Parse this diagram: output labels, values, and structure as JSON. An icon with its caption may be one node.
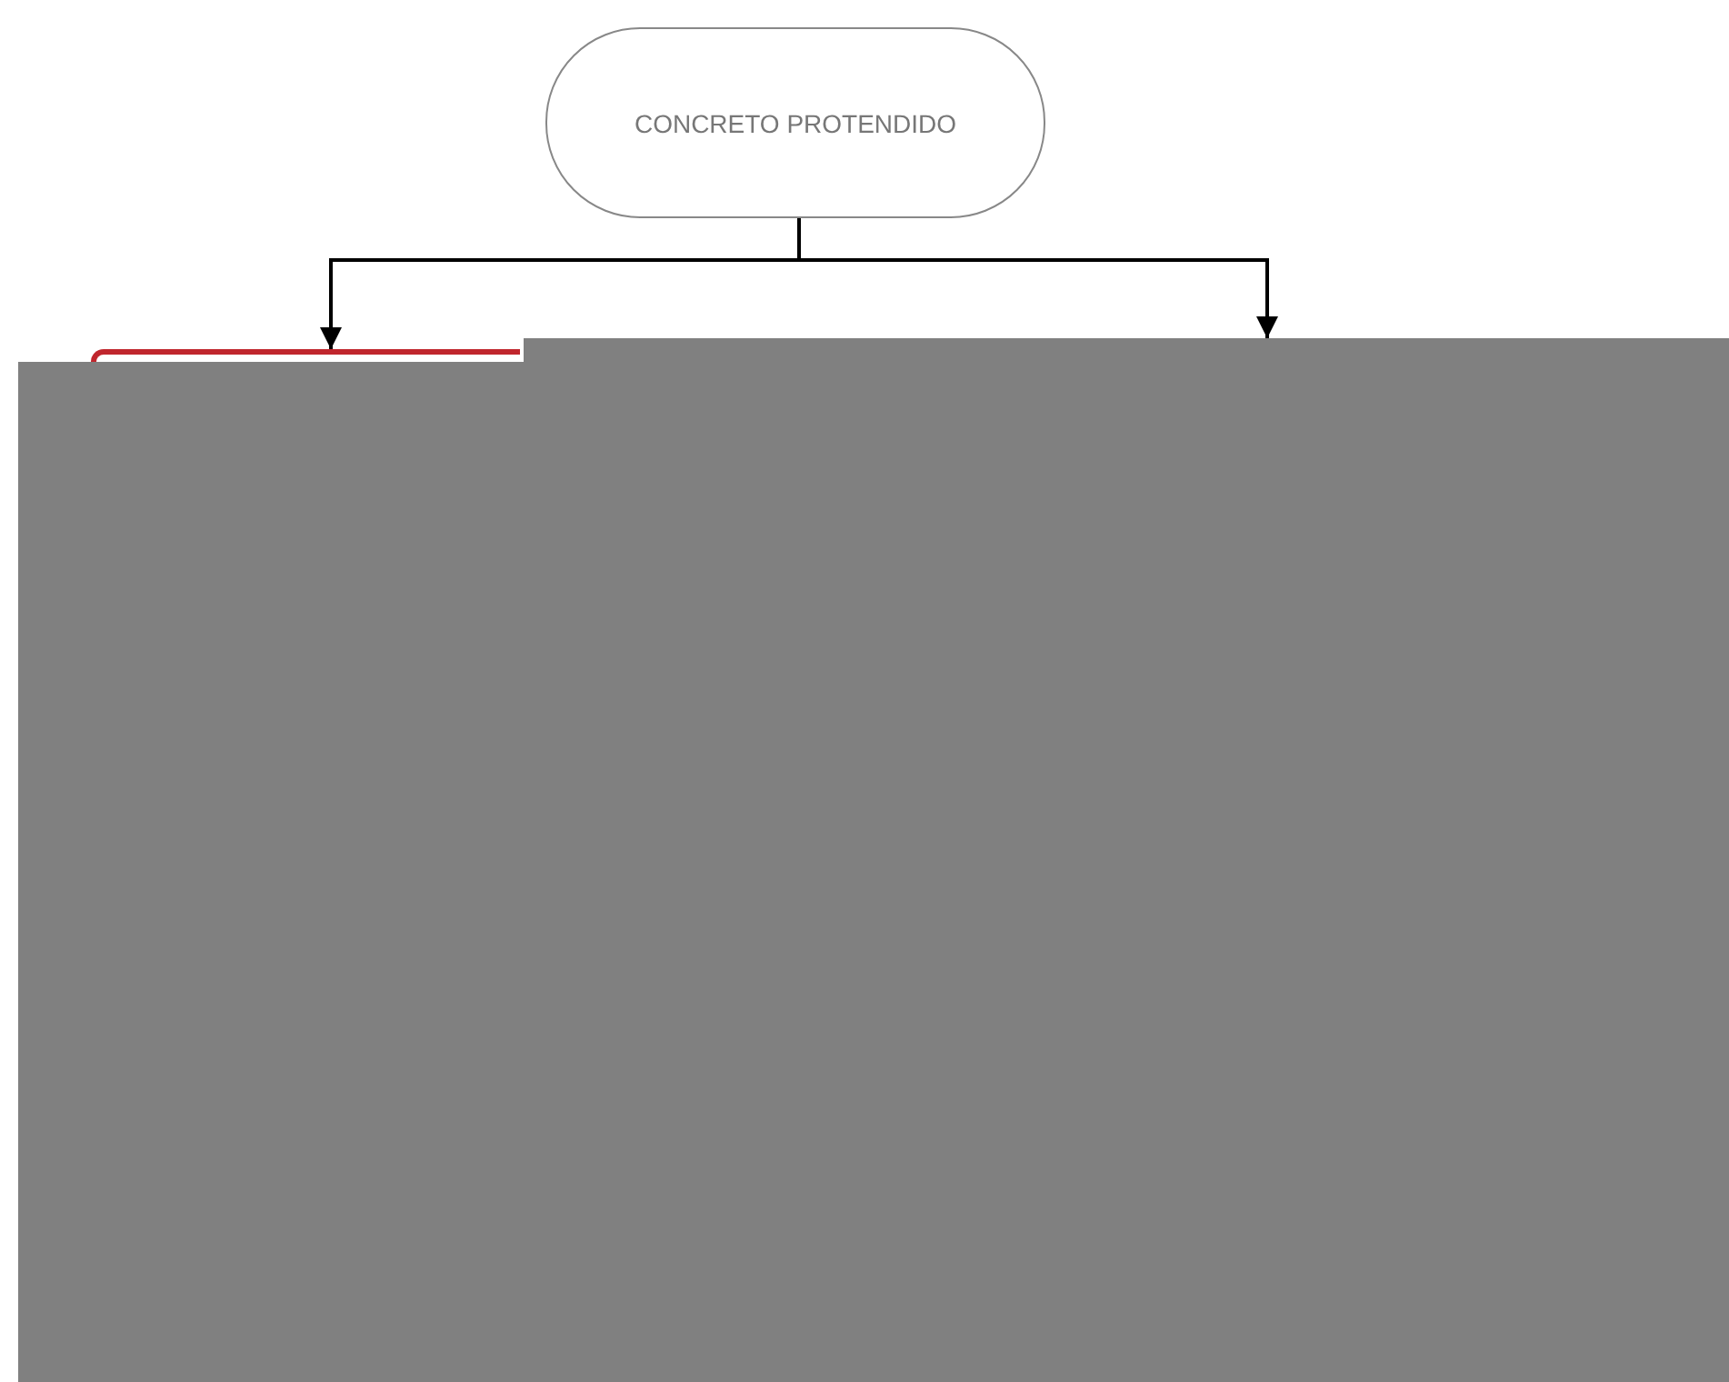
{
  "diagram": {
    "nodes": [
      {
        "text": [
          "CONCRETO PROTENDIDO"
        ]
      },
      {
        "text": [],
        "shape": "box"
      },
      {
        "text": [],
        "shape": "box"
      }
    ],
    "edges": [
      {
        "from": 0,
        "to": 1,
        "arrow": "to"
      },
      {
        "from": 0,
        "to": 2,
        "arrow": "to"
      }
    ]
  }
}
